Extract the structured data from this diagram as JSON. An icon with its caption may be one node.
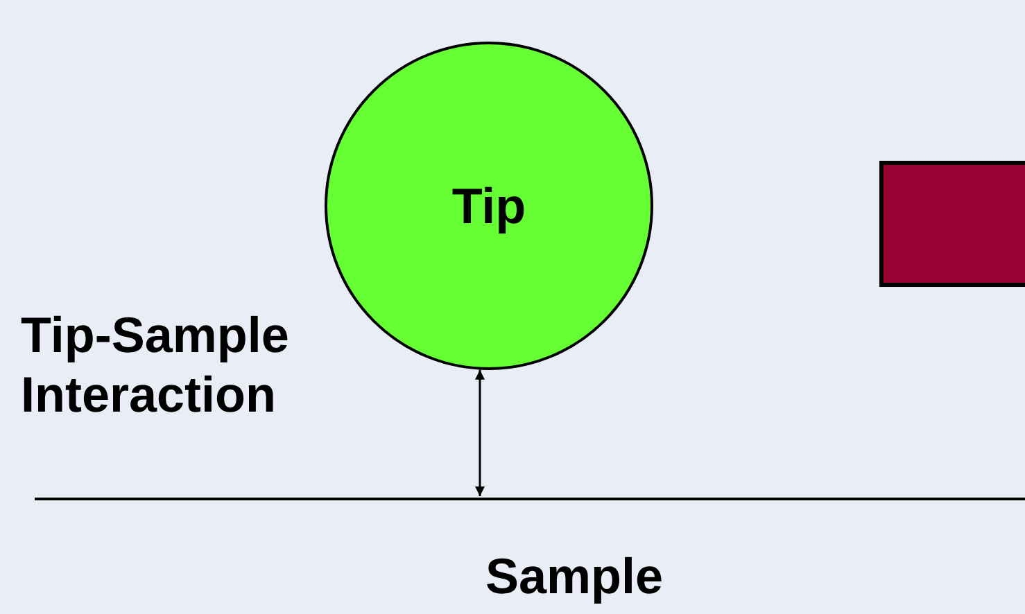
{
  "diagram": {
    "nodes": [
      {
        "text": [
          "Tip"
        ]
      },
      {
        "text": [
          "Sample"
        ]
      },
      {
        "text": [],
        "shape": "box"
      }
    ],
    "edges": [
      {
        "from": 0,
        "to": 1,
        "arrow": "both",
        "label": "Tip-Sample Interaction"
      }
    ]
  }
}
